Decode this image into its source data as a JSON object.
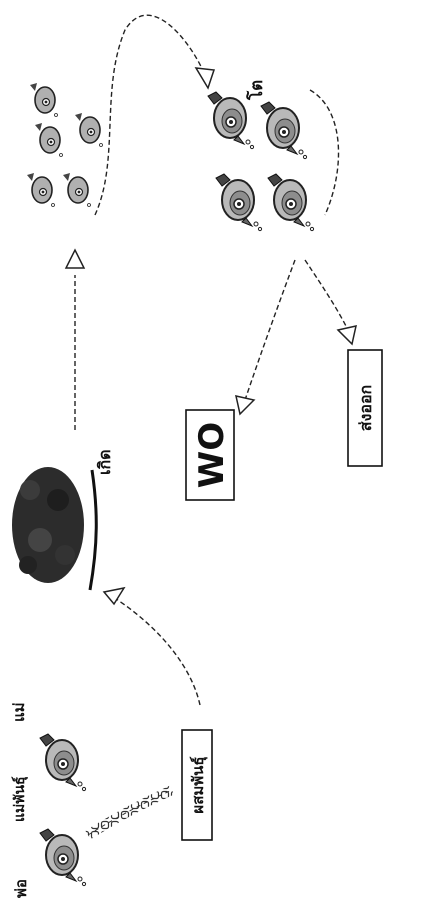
{
  "labels": {
    "father": "พ่อ",
    "parents": "แม่พันธุ์",
    "mother": "แม่",
    "crossbreed": "ผสมพันธุ์",
    "born": "เกิด",
    "grow": "โต",
    "wo": "WO",
    "export": "ส่งออก"
  }
}
